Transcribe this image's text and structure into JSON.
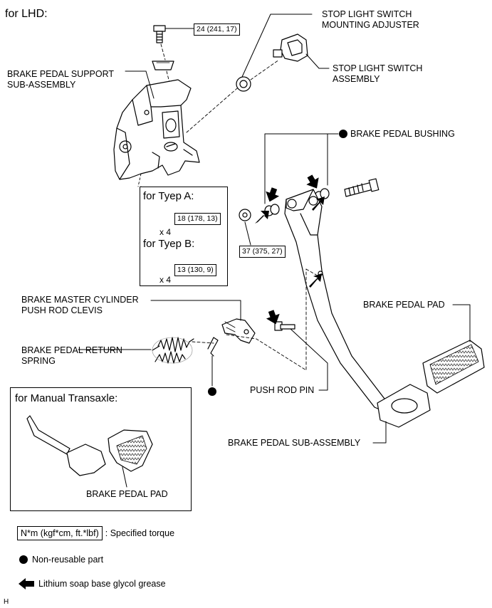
{
  "header": {
    "variant": "for LHD:"
  },
  "labels": {
    "stop_switch_adjuster": [
      "STOP LIGHT SWITCH",
      "MOUNTING ADJUSTER"
    ],
    "stop_switch_assembly": [
      "STOP LIGHT SWITCH",
      "ASSEMBLY"
    ],
    "pedal_support": [
      "BRAKE PEDAL SUPPORT",
      "SUB-ASSEMBLY"
    ],
    "pedal_bushing": "BRAKE PEDAL BUSHING",
    "master_cylinder_clevis": [
      "BRAKE MASTER CYLINDER",
      "PUSH ROD CLEVIS"
    ],
    "return_spring": [
      "BRAKE PEDAL RETURN",
      "SPRING"
    ],
    "pedal_pad": "BRAKE PEDAL PAD",
    "push_rod_pin": "PUSH ROD PIN",
    "pedal_sub_assembly": "BRAKE PEDAL SUB-ASSEMBLY"
  },
  "torques": {
    "support_bolt": "24 (241, 17)",
    "type_a_nut": "18 (178, 13)",
    "type_b_nut": "13 (130, 9)",
    "pivot_nut": "37 (375, 27)"
  },
  "type_panel": {
    "type_a_title": "for Tyep A:",
    "type_b_title": "for Tyep B:",
    "qty_a": "x 4",
    "qty_b": "x 4"
  },
  "manual_panel": {
    "title": "for Manual Transaxle:",
    "pad_label": "BRAKE PEDAL PAD"
  },
  "legend": {
    "torque_box": "N*m (kgf*cm, ft.*lbf)",
    "torque_text": ": Specified torque",
    "nonreusable": "Non-reusable part",
    "grease": "Lithium soap base glycol grease"
  },
  "footer": {
    "code": "H"
  }
}
